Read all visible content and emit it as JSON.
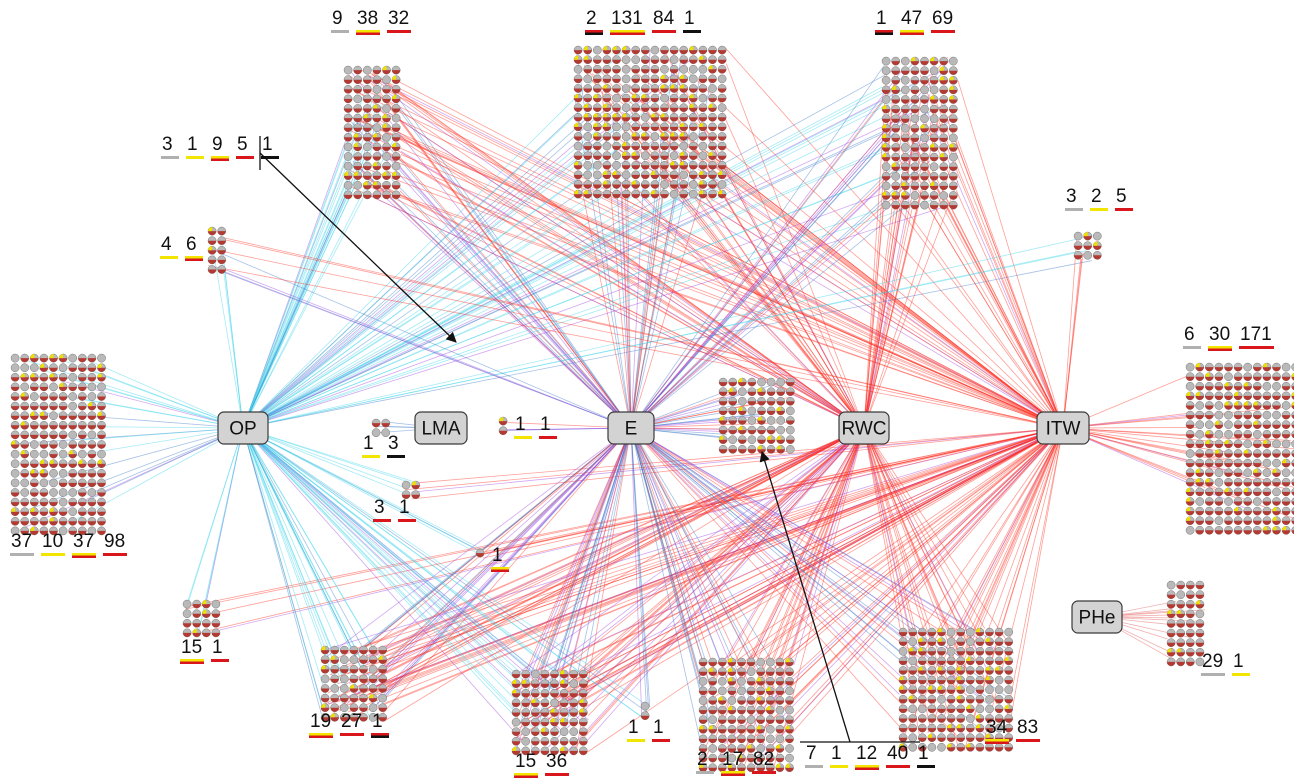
{
  "nodes": [
    {
      "id": "OP",
      "label": "OP"
    },
    {
      "id": "LMA",
      "label": "LMA"
    },
    {
      "id": "E",
      "label": "E"
    },
    {
      "id": "RWC",
      "label": "RWC"
    },
    {
      "id": "ITW",
      "label": "ITW"
    },
    {
      "id": "PHe",
      "label": "PHe"
    }
  ],
  "colors": {
    "bar_gray": "#b0b0b0",
    "bar_yellow": "#f2e600",
    "bar_red": "#d9161b",
    "bar_black": "#111111",
    "dot_gray": "#b9b9b9",
    "dot_red": "#b33a33",
    "dot_yellow": "#f0e000",
    "edge_cyan": "#35d3e8",
    "edge_blue": "#3a78c8",
    "edge_red": "#ff2a1a",
    "edge_purple": "#9b3fe0"
  },
  "clusters": [
    {
      "name": "cluster-top-left",
      "links": [
        "OP",
        "E",
        "RWC",
        "ITW"
      ],
      "counts": [
        {
          "value": "9",
          "bar": "gray"
        },
        {
          "value": "38",
          "bar": "yellow-red"
        },
        {
          "value": "32",
          "bar": "red"
        }
      ]
    },
    {
      "name": "cluster-top-center",
      "links": [
        "OP",
        "E",
        "RWC",
        "ITW"
      ],
      "counts": [
        {
          "value": "2",
          "bar": "red-black"
        },
        {
          "value": "131",
          "bar": "yellow-red"
        },
        {
          "value": "84",
          "bar": "red"
        },
        {
          "value": "1",
          "bar": "black"
        }
      ]
    },
    {
      "name": "cluster-top-right",
      "links": [
        "OP",
        "E",
        "RWC",
        "ITW"
      ],
      "counts": [
        {
          "value": "1",
          "bar": "red-black"
        },
        {
          "value": "47",
          "bar": "yellow-red"
        },
        {
          "value": "69",
          "bar": "red"
        }
      ]
    },
    {
      "name": "cluster-upper-left-small",
      "links": [
        "OP",
        "E"
      ],
      "counts": [
        {
          "value": "3",
          "bar": "gray"
        },
        {
          "value": "1",
          "bar": "yellow"
        },
        {
          "value": "9",
          "bar": "yellow-red"
        },
        {
          "value": "5",
          "bar": "red"
        },
        {
          "value": "1",
          "bar": "black"
        }
      ]
    },
    {
      "name": "cluster-upper-right-small",
      "links": [
        "OP",
        "ITW"
      ],
      "counts": [
        {
          "value": "3",
          "bar": "gray"
        },
        {
          "value": "2",
          "bar": "yellow"
        },
        {
          "value": "5",
          "bar": "red"
        }
      ]
    },
    {
      "name": "cluster-left-small",
      "links": [
        "OP",
        "E",
        "ITW"
      ],
      "counts": [
        {
          "value": "4",
          "bar": "yellow"
        },
        {
          "value": "6",
          "bar": "yellow-red"
        }
      ]
    },
    {
      "name": "cluster-far-left",
      "links": [
        "OP"
      ],
      "counts": [
        {
          "value": "37",
          "bar": "gray"
        },
        {
          "value": "10",
          "bar": "yellow"
        },
        {
          "value": "37",
          "bar": "yellow-red"
        },
        {
          "value": "98",
          "bar": "red"
        }
      ]
    },
    {
      "name": "cluster-lma",
      "links": [
        "LMA"
      ],
      "counts": [
        {
          "value": "1",
          "bar": "yellow"
        },
        {
          "value": "3",
          "bar": "black"
        }
      ]
    },
    {
      "name": "cluster-lma-right",
      "links": [
        "E"
      ],
      "counts": [
        {
          "value": "1",
          "bar": "yellow"
        },
        {
          "value": "1",
          "bar": "red"
        }
      ]
    },
    {
      "name": "cluster-below-lma",
      "links": [
        "OP",
        "ITW"
      ],
      "counts": [
        {
          "value": "3",
          "bar": "red"
        },
        {
          "value": "1",
          "bar": "red"
        }
      ]
    },
    {
      "name": "cluster-single-mid",
      "links": [
        "OP",
        "ITW"
      ],
      "counts": [
        {
          "value": "1",
          "bar": "yellow-red"
        }
      ]
    },
    {
      "name": "cluster-far-right",
      "links": [
        "ITW"
      ],
      "counts": [
        {
          "value": "6",
          "bar": "gray"
        },
        {
          "value": "30",
          "bar": "yellow-red"
        },
        {
          "value": "171",
          "bar": "red"
        }
      ]
    },
    {
      "name": "cluster-e-right",
      "links": [
        "E"
      ],
      "counts": []
    },
    {
      "name": "cluster-bottom-left",
      "links": [
        "OP",
        "ITW"
      ],
      "counts": [
        {
          "value": "15",
          "bar": "yellow-red"
        },
        {
          "value": "1",
          "bar": "red"
        }
      ]
    },
    {
      "name": "cluster-bottom-left-2",
      "links": [
        "OP",
        "E",
        "RWC",
        "ITW"
      ],
      "counts": [
        {
          "value": "19",
          "bar": "yellow-red"
        },
        {
          "value": "27",
          "bar": "red"
        },
        {
          "value": "1",
          "bar": "red-black"
        }
      ]
    },
    {
      "name": "cluster-bottom-mid-left",
      "links": [
        "OP",
        "E",
        "RWC",
        "ITW"
      ],
      "counts": [
        {
          "value": "15",
          "bar": "yellow-red"
        },
        {
          "value": "36",
          "bar": "red"
        }
      ]
    },
    {
      "name": "cluster-bottom-single",
      "links": [
        "OP",
        "E"
      ],
      "counts": [
        {
          "value": "1",
          "bar": "yellow"
        },
        {
          "value": "1",
          "bar": "red"
        }
      ]
    },
    {
      "name": "cluster-bottom-center",
      "links": [
        "E",
        "RWC",
        "ITW"
      ],
      "counts": [
        {
          "value": "2",
          "bar": "gray"
        },
        {
          "value": "17",
          "bar": "yellow-red"
        },
        {
          "value": "82",
          "bar": "red"
        }
      ]
    },
    {
      "name": "cluster-bottom-rwc",
      "links": [
        "E",
        "RWC",
        "ITW"
      ],
      "counts": [
        {
          "value": "7",
          "bar": "gray"
        },
        {
          "value": "1",
          "bar": "yellow"
        },
        {
          "value": "12",
          "bar": "yellow-red"
        },
        {
          "value": "40",
          "bar": "red"
        },
        {
          "value": "1",
          "bar": "black"
        }
      ]
    },
    {
      "name": "cluster-bottom-right",
      "links": [
        "E",
        "RWC",
        "ITW"
      ],
      "counts": [
        {
          "value": "34",
          "bar": "yellow-red"
        },
        {
          "value": "83",
          "bar": "red"
        }
      ]
    },
    {
      "name": "cluster-phe",
      "links": [
        "PHe"
      ],
      "counts": [
        {
          "value": "29",
          "bar": "gray"
        },
        {
          "value": "1",
          "bar": "yellow"
        }
      ]
    }
  ]
}
